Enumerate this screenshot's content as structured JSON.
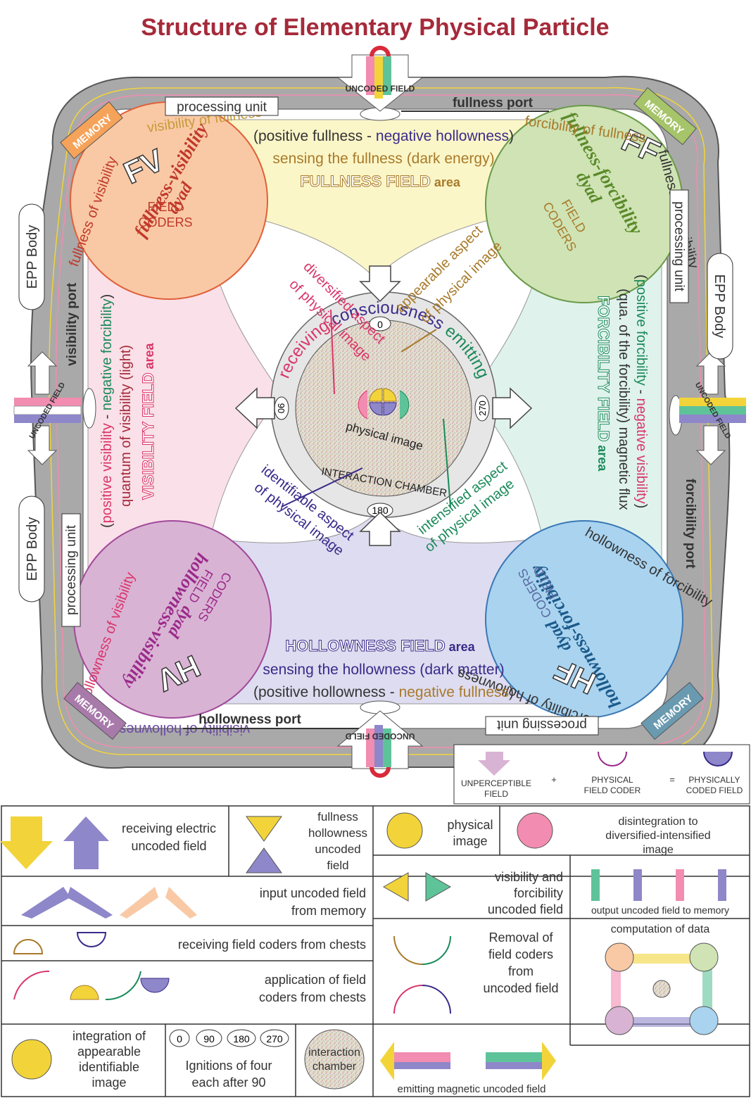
{
  "title": "Structure of Elementary Physical Particle",
  "colors": {
    "title": "#a52a3a",
    "body_gray": "#a9a9a9",
    "fv": "#f9c9a5",
    "ff": "#cfe3b4",
    "hv": "#d9b3d4",
    "hf": "#a9d3ef",
    "pink": "#f28cb0",
    "yellow": "#f2d43a",
    "green": "#5fc39a",
    "violet": "#8e87c9",
    "brown": "#a87a2a",
    "chamber": "#e8e2d8"
  },
  "ports": {
    "fullness": "fullness port",
    "visibility": "visibility port",
    "forcibility": "forcibility port",
    "hollowness": "hollowness port",
    "uncoded_field": "UNCODED FIELD"
  },
  "memory_label": "MEMORY",
  "processing_unit": "processing unit",
  "epp_body": "EPP Body",
  "dyads": {
    "fv": {
      "code": "FV",
      "name1": "fullness-visibility",
      "name2": "dyad",
      "coders1": "FIELD",
      "coders2": "CODERS",
      "arc_top": "visibility of fullness",
      "arc_side": "fullness of visibility"
    },
    "ff": {
      "code": "FF",
      "name1": "fullness-forcibility",
      "name2": "dyad",
      "coders1": "FIELD",
      "coders2": "CODERS",
      "arc_top": "forcibility of fullness",
      "arc_side": "fullness of forcibility"
    },
    "hv": {
      "code": "HV",
      "name1": "hollowness-visibility",
      "name2": "dyad",
      "coders1": "FIELD",
      "coders2": "CODERS",
      "arc_top": "hollowness of visibility",
      "arc_side": "visibility of hollowness"
    },
    "hf": {
      "code": "HF",
      "name1": "hollowness-forcibility",
      "name2": "dyad",
      "coders1": "FIELD",
      "coders2": "CODERS",
      "arc_top": "hollowness of forcibility",
      "arc_side": "forcibility of hollowness"
    }
  },
  "fields": {
    "fullness_pol": [
      "(positive fullness - ",
      "negative hollowness",
      ")"
    ],
    "fullness_sense": "sensing the fullness (dark energy)",
    "fullness_area": [
      "FULLNESS FIELD",
      " area"
    ],
    "hollowness_pol": [
      "(positive hollowness - ",
      "negative fullness",
      ")"
    ],
    "hollowness_sense": "sensing the hollowness (dark matter)",
    "hollowness_area": [
      "HOLLOWNESS FIELD",
      " area"
    ],
    "visibility_pol": [
      "(",
      "positive visibility",
      " - ",
      "negative forcibility",
      ")"
    ],
    "visibility_quantum": "quantum of visibility (light)",
    "visibility_area": [
      "VISIBILITY FIELD",
      " area"
    ],
    "forcibility_pol": [
      "(",
      "positive forcibility",
      " - ",
      "negative visibility",
      ")"
    ],
    "forcibility_flux": "(qua. of the forcibility) magnetic flux",
    "forcibility_area": [
      "FORCIBILITY FIELD",
      " area"
    ]
  },
  "center": {
    "ring": [
      "receiving",
      " consciousness ",
      "emitting"
    ],
    "ignitions": [
      "0",
      "90",
      "180",
      "270"
    ],
    "physical_image": "physical image",
    "chamber": "INTERACTION CHAMBER",
    "diversified": [
      "diversified aspect",
      "of physical image"
    ],
    "appearable": [
      "appearable aspect",
      "of physical image"
    ],
    "identifiable": [
      "identifiable aspect",
      "of physical image"
    ],
    "intensified": [
      "intensified aspect",
      "of physical image"
    ]
  },
  "formula": {
    "a": "UNPERCEPTIBLE",
    "a2": "FIELD",
    "plus": "+",
    "b": "PHYSICAL",
    "b2": "FIELD CODER",
    "eq": "=",
    "c": "PHYSICALLY",
    "c2": "CODED FIELD"
  },
  "legend": {
    "receiving_electric": [
      "receiving electric",
      "uncoded field"
    ],
    "fh_uncoded": [
      "fullness",
      "hollowness",
      "uncoded",
      "field"
    ],
    "physical_image": [
      "physical",
      "image"
    ],
    "disintegration": [
      "disintegration to",
      "diversified-intensified",
      "image"
    ],
    "input_memory": [
      "input uncoded field",
      "from memory"
    ],
    "vf_uncoded": [
      "visibility and",
      "forcibility",
      "uncoded field"
    ],
    "output_memory": "output uncoded field to memory",
    "receiving_coders": "receiving field coders from chests",
    "removal": [
      "Removal of",
      "field coders",
      "from",
      "uncoded field"
    ],
    "computation": "computation of data",
    "application": [
      "application of field",
      "coders from chests"
    ],
    "integration": [
      "integration of",
      "appearable",
      "identifiable",
      "image"
    ],
    "ignitions_nums": [
      "0",
      "90",
      "180",
      "270"
    ],
    "ignitions_text": [
      "Ignitions of four",
      "each after 90"
    ],
    "interaction_chamber": [
      "interaction",
      "chamber"
    ],
    "emitting_magnetic": "emitting magnetic uncoded field"
  }
}
